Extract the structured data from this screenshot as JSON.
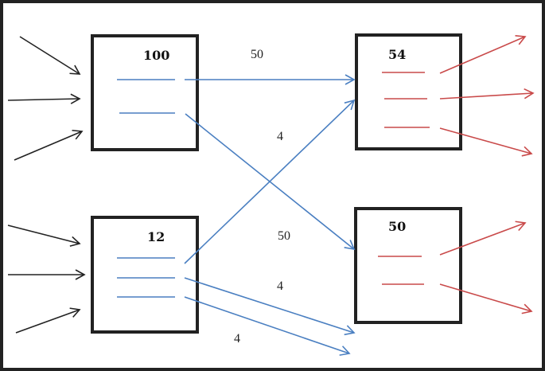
{
  "diagram": {
    "nodes": [
      {
        "id": "left-top",
        "value": "100"
      },
      {
        "id": "left-bottom",
        "value": "12"
      },
      {
        "id": "right-top",
        "value": "54"
      },
      {
        "id": "right-bottom",
        "value": "50"
      }
    ],
    "edge_labels": [
      {
        "id": "top-straight",
        "text": "50"
      },
      {
        "id": "cross-up",
        "text": "4"
      },
      {
        "id": "cross-down",
        "text": "50"
      },
      {
        "id": "bottom-out-1",
        "text": "4"
      },
      {
        "id": "bottom-out-2",
        "text": "4"
      }
    ],
    "colors": {
      "incoming": "#222222",
      "transfer": "#4a7fc1",
      "outgoing": "#c94a4a"
    }
  }
}
